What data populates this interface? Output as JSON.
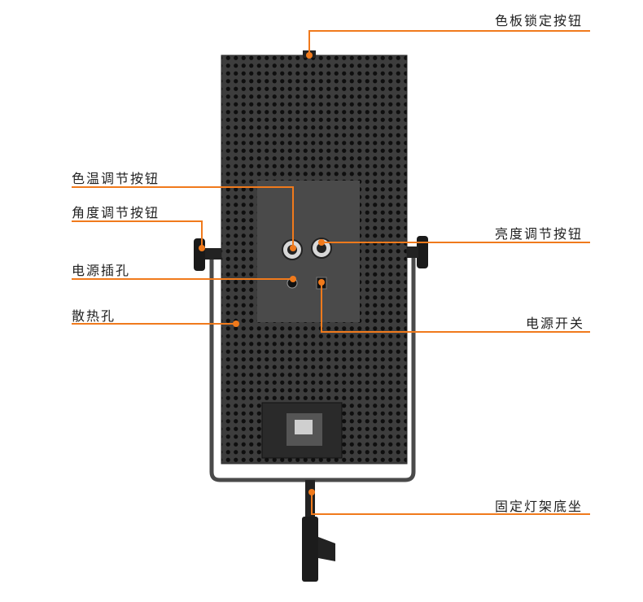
{
  "accent_color": "#f07a1c",
  "panel_color": "#3c3c3c",
  "labels": {
    "color_board_lock": "色板锁定按钮",
    "color_temp_knob": "色温调节按钮",
    "angle_knob": "角度调节按钮",
    "power_jack": "电源插孔",
    "heat_vents": "散热孔",
    "brightness_knob": "亮度调节按钮",
    "power_switch": "电源开关",
    "stand_mount": "固定灯架底坐"
  }
}
